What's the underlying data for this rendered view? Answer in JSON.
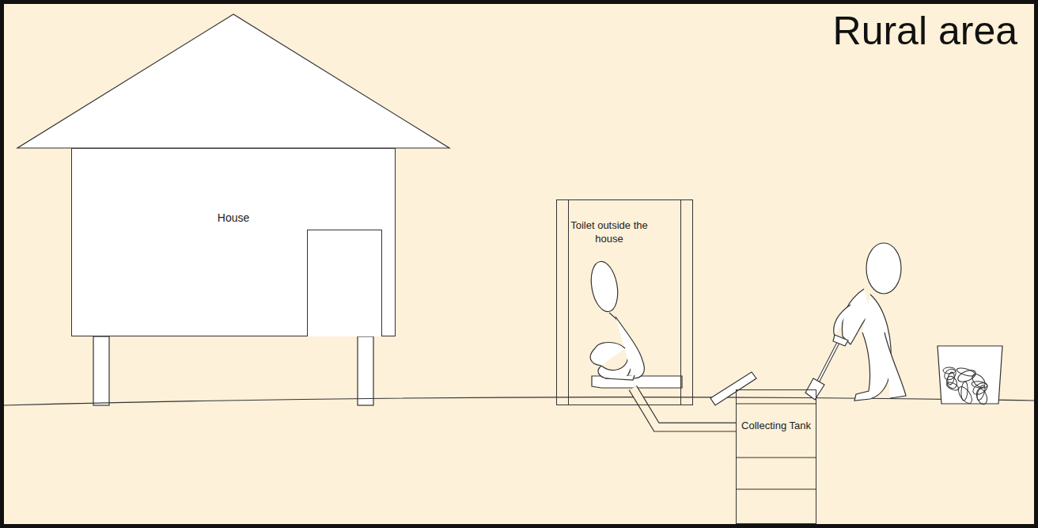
{
  "diagram": {
    "title": "Rural area",
    "nodes": [
      {
        "text": [
          "House"
        ]
      },
      {
        "text": [
          "Toilet outside the house"
        ]
      },
      {
        "text": [
          "Collecting Tank"
        ]
      }
    ],
    "edges": [
      {
        "from": 1,
        "to": 2,
        "arrow": "none"
      }
    ]
  }
}
